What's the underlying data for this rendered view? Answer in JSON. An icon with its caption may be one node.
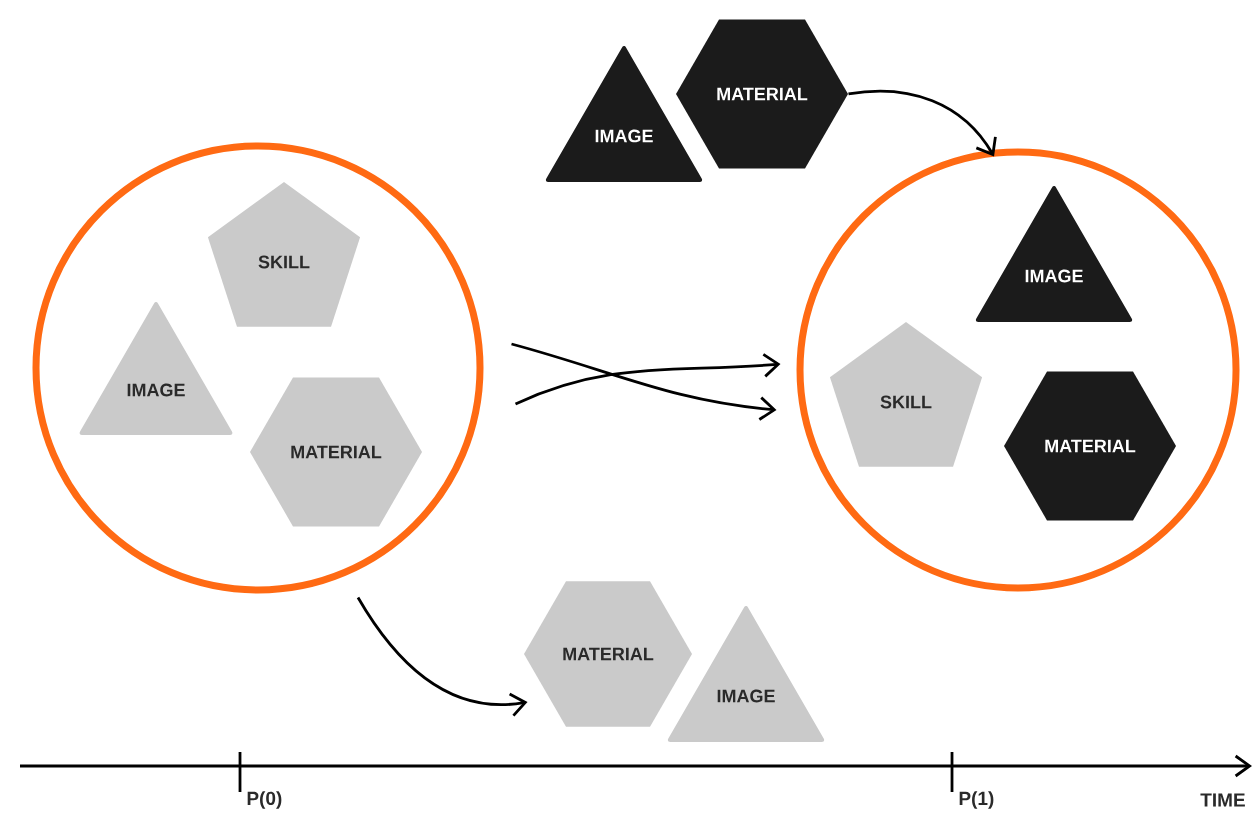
{
  "diagram": {
    "nodes": [
      {
        "text": [
          "IMAGE"
        ]
      },
      {
        "text": [
          "MATERIAL"
        ]
      },
      {
        "text": [],
        "shape": "circle"
      },
      {
        "text": [
          "SKILL"
        ],
        "in": 2
      },
      {
        "text": [
          "IMAGE"
        ],
        "in": 2
      },
      {
        "text": [
          "MATERIAL"
        ],
        "in": 2
      },
      {
        "text": [],
        "shape": "circle"
      },
      {
        "text": [
          "IMAGE"
        ],
        "in": 6
      },
      {
        "text": [
          "SKILL"
        ],
        "in": 6
      },
      {
        "text": [
          "MATERIAL"
        ],
        "in": 6
      },
      {
        "text": [
          "MATERIAL"
        ]
      },
      {
        "text": [
          "IMAGE"
        ]
      }
    ],
    "edges": [
      {
        "from": 1,
        "to": 6,
        "arrow": "to"
      },
      {
        "from": 2,
        "to": 6,
        "arrow": "to"
      },
      {
        "from": 2,
        "to": 6,
        "arrow": "to"
      },
      {
        "from": 2,
        "to": 10,
        "arrow": "to"
      }
    ],
    "labels": [
      "P(0)",
      "P(1)",
      "TIME"
    ]
  }
}
